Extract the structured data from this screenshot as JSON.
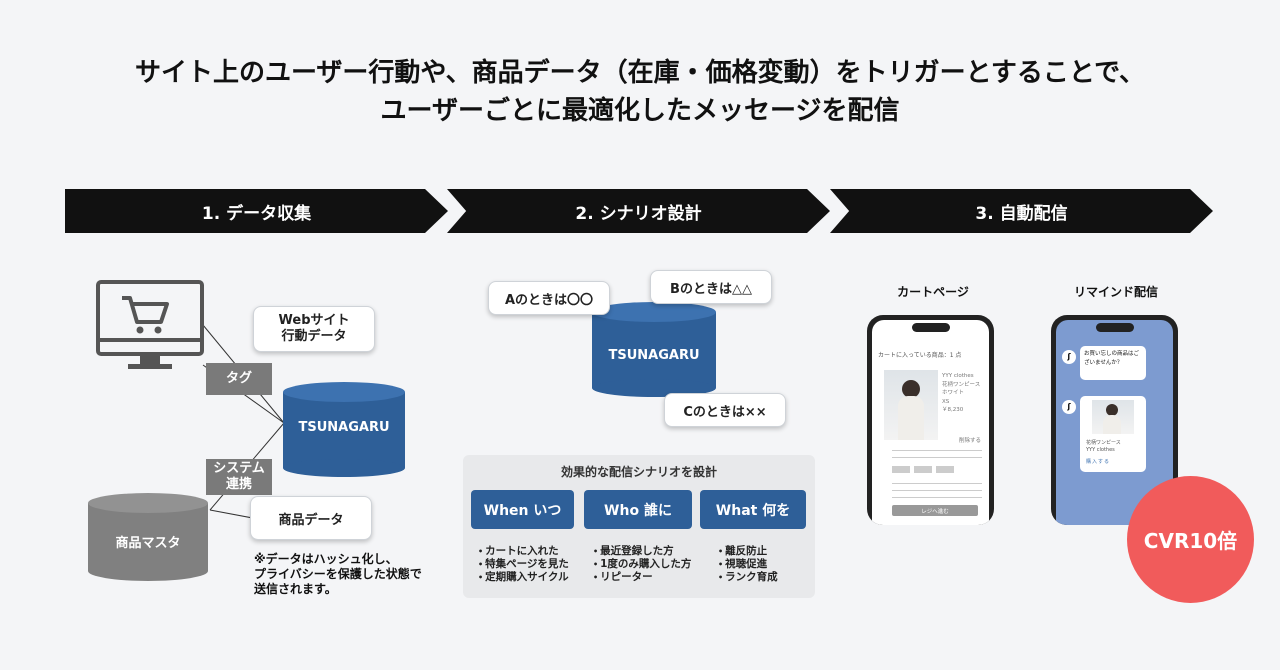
{
  "headline": {
    "line1": "サイト上のユーザー行動や、商品データ（在庫・価格変動）をトリガーとすることで、",
    "line2": "ユーザーごとに最適化したメッセージを配信"
  },
  "steps": [
    {
      "label": "1. データ収集"
    },
    {
      "label": "2. シナリオ設計"
    },
    {
      "label": "3. 自動配信"
    }
  ],
  "collect": {
    "bubble_web_line1": "Webサイト",
    "bubble_web_line2": "行動データ",
    "tag_label": "タグ",
    "system_line1": "システム",
    "system_line2": "連携",
    "db_center": "TSUNAGARU",
    "db_master": "商品マスタ",
    "bubble_product": "商品データ",
    "note_line1": "※データはハッシュ化し、",
    "note_line2": "プライバシーを保護した状態で",
    "note_line3": "送信されます。"
  },
  "scenario": {
    "bubble_a": "Aのときは〇〇",
    "bubble_b": "Bのときは△△",
    "bubble_c": "Cのときは××",
    "db": "TSUNAGARU",
    "panel_title": "効果的な配信シナリオを設計",
    "columns": [
      {
        "label": "When いつ",
        "items": [
          "カートに入れた",
          "特集ページを見た",
          "定期購入サイクル"
        ]
      },
      {
        "label": "Who 誰に",
        "items": [
          "最近登録した方",
          "1度のみ購入した方",
          "リピーター"
        ]
      },
      {
        "label": "What 何を",
        "items": [
          "離反防止",
          "視聴促進",
          "ランク育成"
        ]
      }
    ]
  },
  "delivery": {
    "phone1_title": "カートページ",
    "phone2_title": "リマインド配信",
    "cart_header": "カートに入っている商品：1 点",
    "cart_product": [
      "YYY clothes",
      "花柄ワンピース",
      "ホワイト",
      "XS",
      "￥8,230"
    ],
    "cart_delete": "削除する",
    "cart_button": "レジへ進む",
    "chat_message": "お買い忘しの商品はございませんか？",
    "chat_product_name": "花柄ワンピース",
    "chat_product_brand": "YYY clothes",
    "chat_link": "購入する",
    "cvr": "CVR10倍"
  },
  "colors": {
    "step_bg": "#111111",
    "db_blue": "#2e5f98",
    "db_gray": "#808080",
    "cvr_red": "#f15b5b",
    "chat_bg": "#7d9bd0"
  }
}
